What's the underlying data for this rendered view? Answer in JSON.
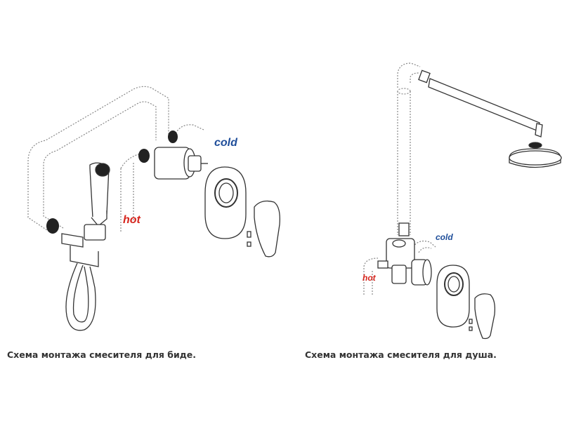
{
  "diagrams": [
    {
      "labels": {
        "hot": "hot",
        "cold": "cold"
      },
      "caption": "Схема монтажа смесителя для биде."
    },
    {
      "labels": {
        "hot": "hot",
        "cold": "cold"
      },
      "caption": "Схема монтажа смесителя для душа."
    }
  ],
  "colors": {
    "hot_label": "#d7261e",
    "cold_label": "#1f4e9a",
    "line": "#333333",
    "dotted": "#888888",
    "caption": "#333333"
  }
}
